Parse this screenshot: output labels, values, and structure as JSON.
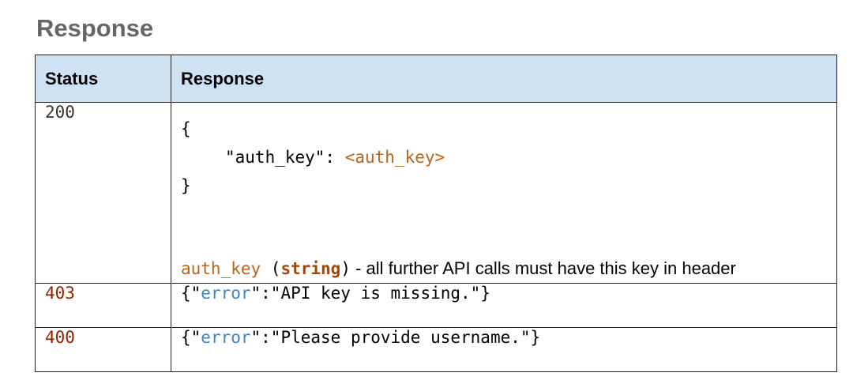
{
  "heading": "Response",
  "table": {
    "headers": {
      "status": "Status",
      "response": "Response"
    },
    "rows": [
      {
        "status": "200",
        "open_brace": "{",
        "key_text": "\"auth_key\": ",
        "value_placeholder": "<auth_key>",
        "close_brace": "}",
        "desc_field": "auth_key",
        "desc_paren_open": " (",
        "desc_type": "string",
        "desc_paren_close": ")",
        "desc_text": " - all further API calls must have this key in header"
      },
      {
        "status": "403",
        "prefix": "{\"",
        "key": "error",
        "suffix": "\":\"API key is missing.\"}"
      },
      {
        "status": "400",
        "prefix": "{\"",
        "key": "error",
        "suffix": "\":\"Please provide username.\"}"
      }
    ]
  },
  "colors": {
    "heading": "#666666",
    "header_bg": "#cfe2f3",
    "error_status": "#8b2500",
    "placeholder": "#b5651d",
    "json_key": "#3d85c6"
  }
}
